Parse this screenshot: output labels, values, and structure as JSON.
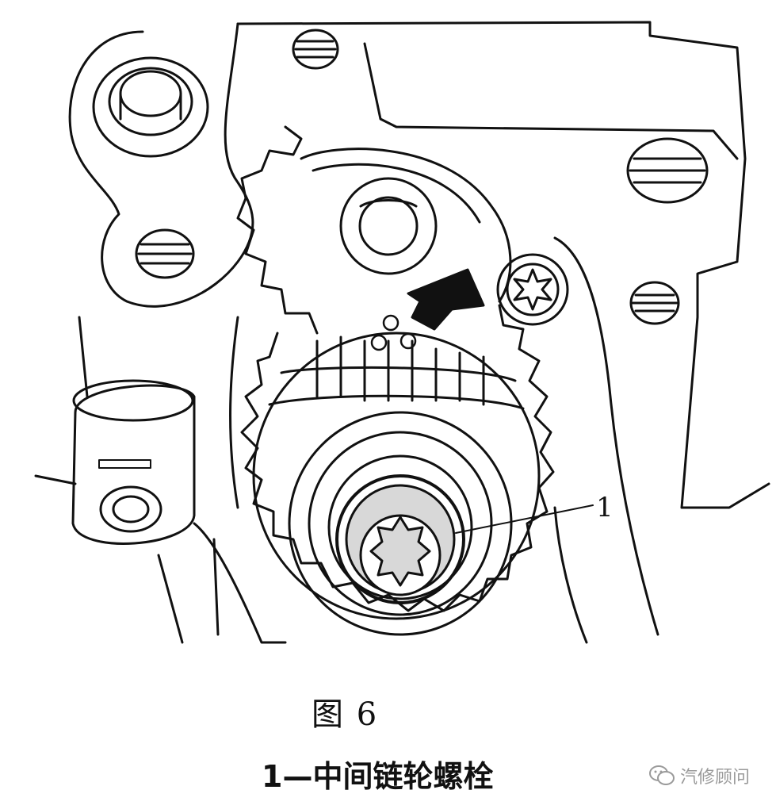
{
  "figure": {
    "title": "图 6",
    "caption": "1—中间链轮螺栓",
    "callouts": [
      {
        "number": "1"
      }
    ]
  },
  "watermark": {
    "text": "汽修顾问",
    "icon": "wechat-icon"
  },
  "colors": {
    "line": "#111111",
    "background": "#ffffff",
    "watermark": "#9a9a9a"
  }
}
